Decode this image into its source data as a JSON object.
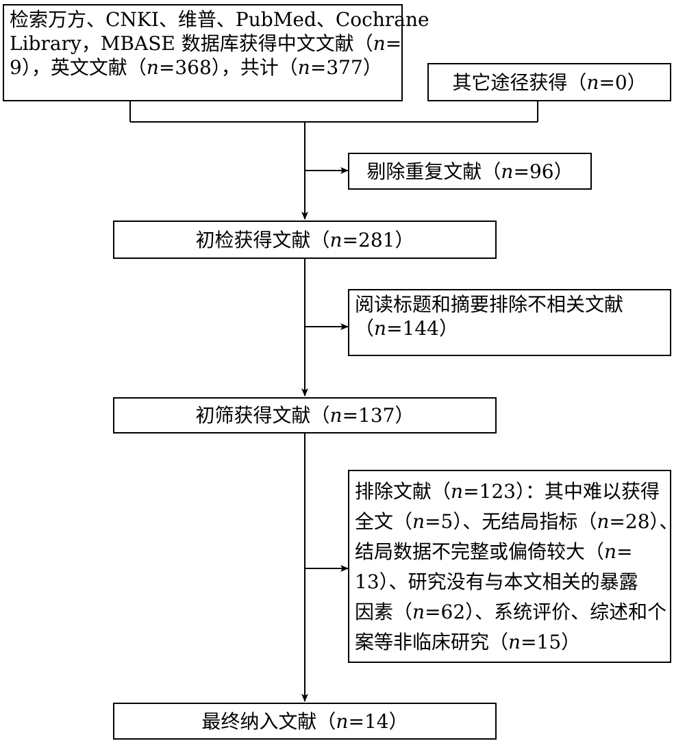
{
  "boxes": {
    "search": {
      "lines": [
        "检索万方、CNKI、维普、PubMed、Cochrane",
        "Library，MBASE 数据库获得中文文献（n=",
        "9），英文文献（n=368），共计（n=377）"
      ]
    },
    "other": {
      "text": "其它途径获得（n=0）"
    },
    "duplicates": {
      "text": "剔除重复文献（n=96）"
    },
    "initial_retrieved": {
      "text": "初检获得文献（n=281）"
    },
    "title_abstract_excluded": {
      "lines": [
        "阅读标题和摘要排除不相关文献",
        "（n=144）"
      ]
    },
    "initial_screened": {
      "text": "初筛获得文献（n=137）"
    },
    "fulltext_excluded": {
      "lines": [
        "排除文献（n=123）：其中难以获得",
        "全文（n=5）、无结局指标（n=28）、",
        "结局数据不完整或偏倚较大（n=",
        "13）、研究没有与本文相关的暴露",
        "因素（n=62）、系统评价、综述和个",
        "案等非临床研究（n=15）"
      ]
    },
    "final_included": {
      "text": "最终纳入文献（n=14）"
    }
  }
}
